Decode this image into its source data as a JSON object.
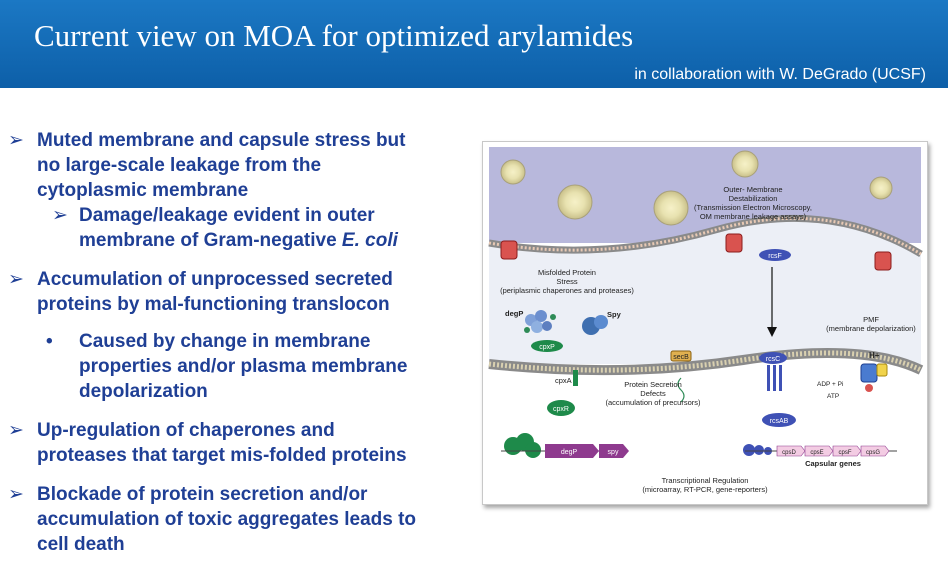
{
  "header": {
    "title": "Current view on MOA for optimized arylamides",
    "subtitle": "in collaboration with W. DeGrado (UCSF)"
  },
  "bullets": [
    {
      "marker": "➢",
      "lines": [
        "Muted membrane and capsule stress but",
        "no large-scale leakage from the",
        "cytoplasmic membrane"
      ]
    },
    {
      "marker": "➢",
      "lines": [
        "Damage/leakage evident in outer",
        "membrane of Gram-negative "
      ],
      "italic": "E. coli"
    },
    {
      "marker": "➢",
      "lines": [
        "Accumulation of unprocessed secreted",
        "proteins by mal-functioning translocon"
      ]
    },
    {
      "marker": "•",
      "lines": [
        "Caused by change in membrane",
        "properties and/or plasma membrane",
        "depolarization"
      ]
    },
    {
      "marker": "➢",
      "lines": [
        "Up-regulation of chaperones and",
        "proteases that target mis-folded proteins"
      ]
    },
    {
      "marker": "➢",
      "lines": [
        "Blockade of protein secretion and/or",
        "accumulation of toxic aggregates leads to",
        "cell death"
      ]
    }
  ],
  "figure": {
    "om_label": [
      "Outer- Membrane",
      "Destabilization",
      "(Transmission Electron Microscopy,",
      "OM membrane leakage assays)"
    ],
    "misfolded": [
      "Misfolded Protein",
      "Stress",
      "(periplasmic chaperones and proteases)"
    ],
    "pmf": [
      "PMF",
      "(membrane depolarization)"
    ],
    "secretion": [
      "Protein Secretion",
      "Defects",
      "(accumulation of precursors)"
    ],
    "transcription": [
      "Transcriptional Regulation",
      "(microarray, RT-PCR, gene-reporters)"
    ],
    "capsular": "Capsular genes",
    "proteins": {
      "rcsF": "rcsF",
      "rcsC": "rcsC",
      "rcsAB": "rcsAB",
      "cpxP": "cpxP",
      "cpxA": "cpxA",
      "cpxR": "cpxR",
      "degP": "degP",
      "spy": "Spy",
      "secB": "secB",
      "hplus": "H+",
      "adp": "ADP + Pi",
      "atp": "ATP"
    },
    "genes": {
      "degP": "degP",
      "spy": "spy",
      "cps": [
        "cpsD",
        "cpsE",
        "cpsF",
        "cpsG"
      ]
    }
  }
}
